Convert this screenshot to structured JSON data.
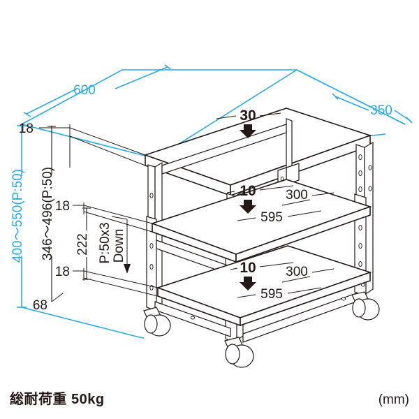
{
  "drawing": {
    "title": "office equipment cart isometric dimension drawing",
    "unit_note": "(mm)",
    "load_note": "総耐荷重 50kg",
    "colors": {
      "dimension_blue": "#29abe2",
      "line_black": "#231815",
      "background": "#ffffff"
    },
    "dimensions": {
      "width_600": "600",
      "depth_350": "350",
      "height_range_blue": "400～550(P:50)",
      "inner_height_range": "346～496(P:50)",
      "top_thickness_18": "18",
      "mid_thickness_18": "18",
      "low_thickness_18": "18",
      "base_68": "68",
      "clear_222": "222",
      "pitch_note": "P:50x3",
      "pitch_direction": "Down",
      "top_panel_30": "30",
      "mid_panel_10": "10",
      "low_panel_10": "10",
      "mid_depth_300": "300",
      "mid_width_595": "595",
      "low_depth_300": "300",
      "low_width_595": "595"
    }
  }
}
